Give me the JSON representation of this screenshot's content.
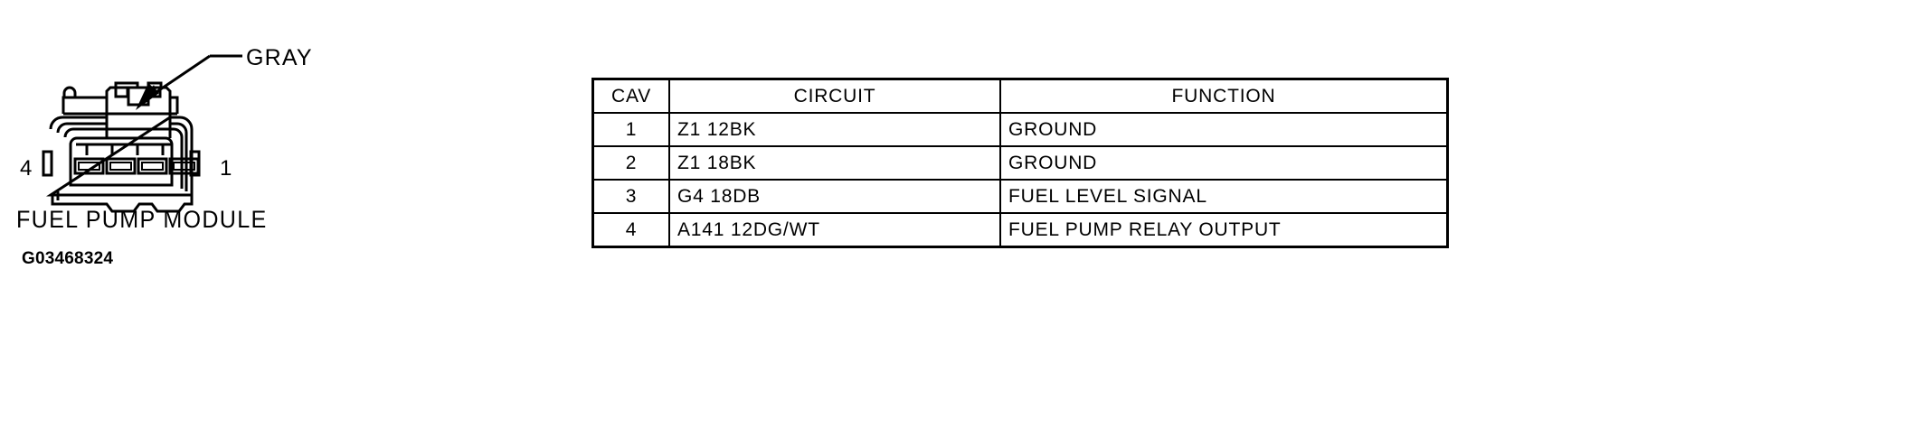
{
  "figure": {
    "callout_label": "GRAY",
    "pin_left_number": "4",
    "pin_right_number": "1",
    "caption": "FUEL PUMP MODULE",
    "figure_id": "G03468324",
    "cavity_count": 4,
    "line_color": "#000000",
    "background_color": "#FFFFFF"
  },
  "table": {
    "headers": {
      "cav": "CAV",
      "circuit": "CIRCUIT",
      "function": "FUNCTION"
    },
    "rows": [
      {
        "cav": "1",
        "circuit": "Z1 12BK",
        "function": "GROUND"
      },
      {
        "cav": "2",
        "circuit": "Z1 18BK",
        "function": "GROUND"
      },
      {
        "cav": "3",
        "circuit": "G4 18DB",
        "function": "FUEL LEVEL SIGNAL"
      },
      {
        "cav": "4",
        "circuit": "A141 12DG/WT",
        "function": "FUEL PUMP RELAY OUTPUT"
      }
    ]
  }
}
